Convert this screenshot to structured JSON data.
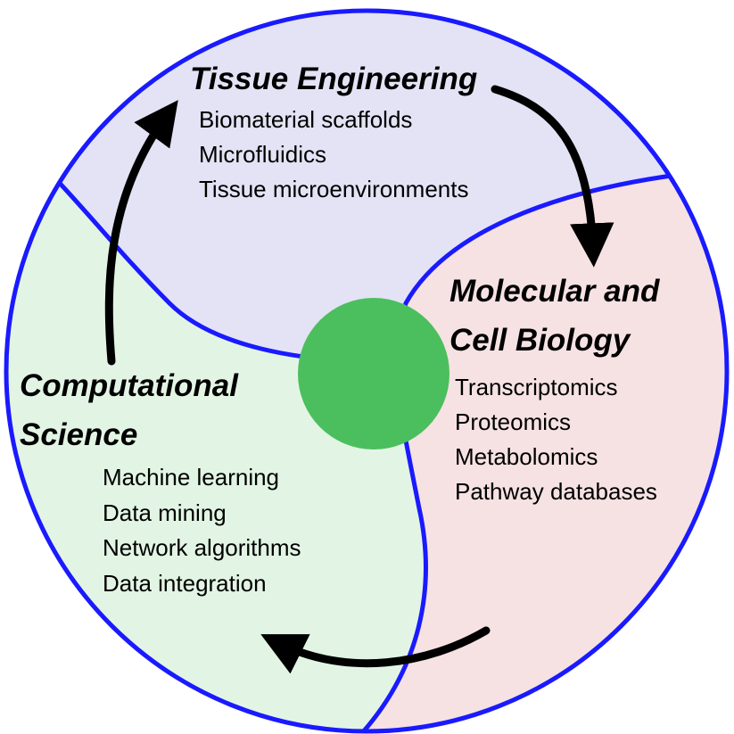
{
  "colors": {
    "outline": "#1a1aff",
    "tissue_region": "#e3e3f5",
    "molecular_region": "#f6e2e2",
    "computational_region": "#e2f5e4",
    "center_circle": "#4bbf5d",
    "arrow": "#000000"
  },
  "sections": {
    "tissue": {
      "title": "Tissue Engineering",
      "items": [
        "Biomaterial scaffolds",
        "Microfluidics",
        "Tissue microenvironments"
      ]
    },
    "molecular": {
      "title_line1": "Molecular and",
      "title_line2": "Cell Biology",
      "items": [
        "Transcriptomics",
        "Proteomics",
        "Metabolomics",
        "Pathway databases"
      ]
    },
    "computational": {
      "title_line1": "Computational",
      "title_line2": "Science",
      "items": [
        "Machine learning",
        "Data mining",
        "Network algorithms",
        "Data integration"
      ]
    }
  }
}
